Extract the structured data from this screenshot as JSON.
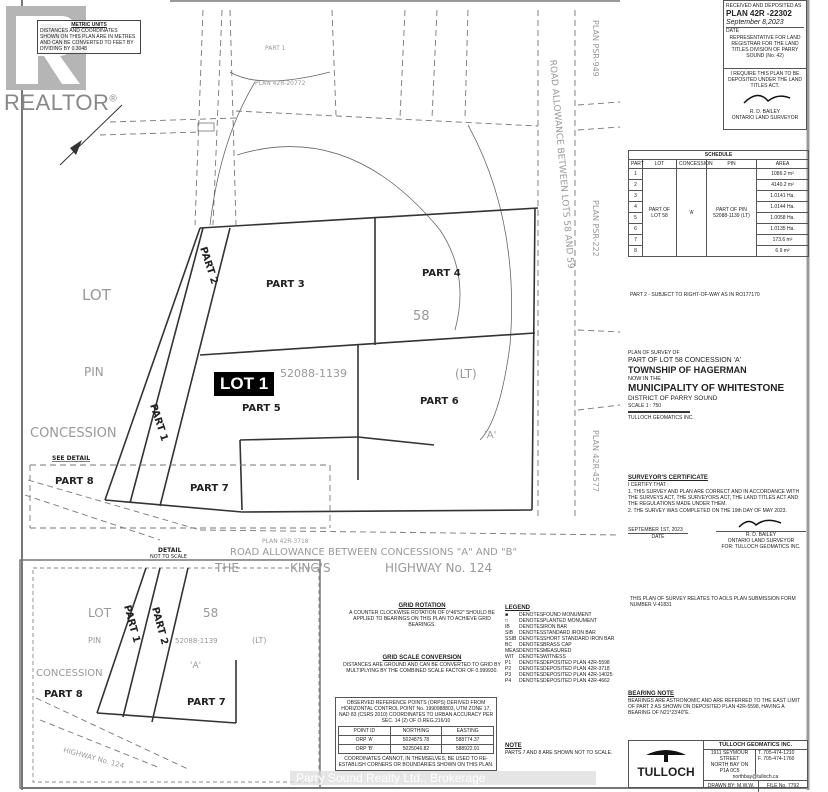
{
  "logo": {
    "brand": "REALTOR",
    "registered": "®"
  },
  "metric_box": {
    "title": "METRIC UNITS",
    "text": "DISTANCES AND COORDINATES SHOWN ON THIS PLAN ARE IN METRES AND CAN BE CONVERTED TO FEET BY DIVIDING BY 0.3048"
  },
  "approval": {
    "label": "RECEIVED AND DEPOSITED AS",
    "plan": "PLAN 42R -22302",
    "date": "September 8,2023",
    "date_label": "DATE",
    "rep_title": "REPRESENTATIVE FOR LAND REGISTRAR FOR THE LAND TITLES DIVISION OF PARRY SOUND (No. 42)",
    "require": "I REQUIRE THIS PLAN TO BE DEPOSITED UNDER THE LAND TITLES ACT.",
    "surveyor_name": "R. D. BAILEY",
    "surveyor_title": "ONTARIO LAND SURVEYOR"
  },
  "schedule": {
    "title": "SCHEDULE",
    "headers": [
      "PART",
      "LOT",
      "CONCESSION",
      "PIN",
      "AREA"
    ],
    "lot": "PART OF LOT 58",
    "concession": "'A'",
    "pin": "PART OF PIN 52088-1139 (LT)",
    "rows": [
      {
        "part": "1",
        "area": "1086.2 m²"
      },
      {
        "part": "2",
        "area": "4140.2 m²"
      },
      {
        "part": "3",
        "area": "1.0141 Ha."
      },
      {
        "part": "4",
        "area": "1.0144 Ha."
      },
      {
        "part": "5",
        "area": "1.0058 Ha."
      },
      {
        "part": "6",
        "area": "1.0135 Ha."
      },
      {
        "part": "7",
        "area": "173.6 m²"
      },
      {
        "part": "8",
        "area": "6.9 m²"
      }
    ]
  },
  "part2_note": "PART 2 - SUBJECT TO RIGHT-OF-WAY AS IN RO177170",
  "title_block": {
    "plan_of_survey": "PLAN OF SURVEY OF",
    "line1": "PART OF LOT 58 CONCESSION 'A'",
    "line2": "TOWNSHIP OF HAGERMAN",
    "line3": "NOW IN THE",
    "line4": "MUNICIPALITY OF WHITESTONE",
    "line5": "DISTRICT OF PARRY SOUND",
    "scale": "SCALE 1 : 750",
    "firm": "TULLOCH GEOMATICS INC."
  },
  "certificate": {
    "title": "SURVEYOR'S CERTIFICATE",
    "intro": "I CERTIFY THAT :",
    "item1": "1. THIS SURVEY AND PLAN ARE CORRECT AND IN ACCORDANCE WITH THE SURVEYS ACT, THE SURVEYORS ACT, THE LAND TITLES ACT AND THE REGULATIONS MADE UNDER THEM.",
    "item2": "2. THE SURVEY WAS COMPLETED ON THE 19th DAY OF MAY 2023.",
    "date": "SEPTEMBER 1ST, 2023",
    "date_label": "DATE",
    "name": "R. D. BAILEY",
    "sig_title": "ONTARIO LAND SURVEYOR",
    "firm": "FOR: TULLOCH GEOMATICS INC."
  },
  "subdivision_note": "THIS PLAN OF SURVEY RELATES TO AOLS PLAN SUBMISSION FORM NUMBER V-41831",
  "bearing_note": {
    "title": "BEARING NOTE",
    "text": "BEARINGS ARE ASTRONOMIC AND ARE REFERRED TO THE EAST LIMIT OF PART 2 AS SHOWN ON DEPOSITED PLAN 42R-5598, HAVING A BEARING OF N21°23'40\"E."
  },
  "firm_block": {
    "logo": "TULLOCH",
    "name": "TULLOCH GEOMATICS INC.",
    "addr1": "1911 SEYMOUR STREET",
    "addr2": "NORTH BAY ON",
    "addr3": "P1A 0C5",
    "tel": "T. 705-474-1210",
    "fax": "F. 705-474-1760",
    "email": "northbay@tulloch.ca",
    "drawn": "DRAWN BY: M.W.W.",
    "file": "FILE No. 7792"
  },
  "grid_rotation": {
    "title": "GRID ROTATION",
    "text": "A COUNTER CLOCKWISE ROTATION OF 0°46'52\" SHOULD BE APPLIED TO BEARINGS ON THIS PLAN TO ACHIEVE GRID BEARINGS."
  },
  "grid_scale": {
    "title": "GRID SCALE CONVERSION",
    "text": "DISTANCES ARE GROUND AND CAN BE CONVERTED TO GRID BY MULTIPLYING BY THE COMBINED SCALE FACTOR OF 0.999930."
  },
  "coord_table": {
    "header": "OBSERVED REFERENCE POINTS (ORPS) DERIVED FROM HORIZONTAL CONTROL POINT No. 1990988803, UTM ZONE 17, NAD 83 (CSRS 2010) COORDINATES TO URBAN ACCURACY PER SEC. 14 (2) OF O.REG.216/10",
    "columns": [
      "POINT ID",
      "NORTHING",
      "EASTING"
    ],
    "rows": [
      [
        "ORP 'A'",
        "5024875.78",
        "588774.37"
      ],
      [
        "ORP 'B'",
        "5025046.82",
        "588922.91"
      ]
    ],
    "footer": "COORDINATES CANNOT, IN THEMSELVES, BE USED TO RE-ESTABLISH CORNERS OR BOUNDARIES SHOWN ON THIS PLAN."
  },
  "legend": {
    "title": "LEGEND",
    "items": [
      [
        "■",
        "DENOTES",
        "FOUND MONUMENT"
      ],
      [
        "□",
        "DENOTES",
        "PLANTED MONUMENT"
      ],
      [
        "IB",
        "DENOTES",
        "IRON BAR"
      ],
      [
        "SIB",
        "DENOTES",
        "STANDARD IRON BAR"
      ],
      [
        "SSIB",
        "DENOTES",
        "SHORT STANDARD IRON BAR"
      ],
      [
        "BC",
        "DENOTES",
        "BRASS CAP"
      ],
      [
        "MEAS",
        "DENOTES",
        "MEASURED"
      ],
      [
        "WIT",
        "DENOTES",
        "WITNESS"
      ],
      [
        "P1",
        "DENOTES",
        "DEPOSITED PLAN 42R-5598"
      ],
      [
        "P2",
        "DENOTES",
        "DEPOSITED PLAN 42R-3718"
      ],
      [
        "P3",
        "DENOTES",
        "DEPOSITED PLAN 42R-14025"
      ],
      [
        "P4",
        "DENOTES",
        "DEPOSITED PLAN 42R-4662"
      ]
    ]
  },
  "note": {
    "title": "NOTE",
    "text": "PARTS 7 AND 8 ARE SHOWN NOT TO SCALE."
  },
  "drawing": {
    "lot1": "LOT 1",
    "parts": {
      "p1": "PART 1",
      "p2": "PART 2",
      "p3": "PART 3",
      "p4": "PART 4",
      "p5": "PART 5",
      "p6": "PART 6",
      "p7": "PART 7",
      "p8": "PART 8"
    },
    "lot": "LOT",
    "lot_no": "58",
    "pin": "PIN",
    "pin_no": "52088-1139",
    "lt": "(LT)",
    "concession": "CONCESSION",
    "conc_a": "'A'",
    "road_vertical": "ROAD ALLOWANCE BETWEEN LOTS 58 AND 59",
    "road_bottom": "ROAD ALLOWANCE BETWEEN CONCESSIONS \"A\" AND \"B\"",
    "kings": "THE",
    "kings2": "KING'S",
    "highway": "HIGHWAY No. 124",
    "plan_top": "PLAN 42R-20772",
    "part1_top": "PART 1",
    "plan_right1": "PLAN PSR-949",
    "plan_right2": "PLAN PSR-222",
    "plan_right3": "PLAN 42R-4577",
    "plan_bottom": "PLAN 42R-3718",
    "see_detail": "SEE DETAIL",
    "detail_title": "DETAIL",
    "detail_sub": "NOT TO SCALE"
  },
  "watermark": "Parry Sound Realty Ltd., Brokerage"
}
